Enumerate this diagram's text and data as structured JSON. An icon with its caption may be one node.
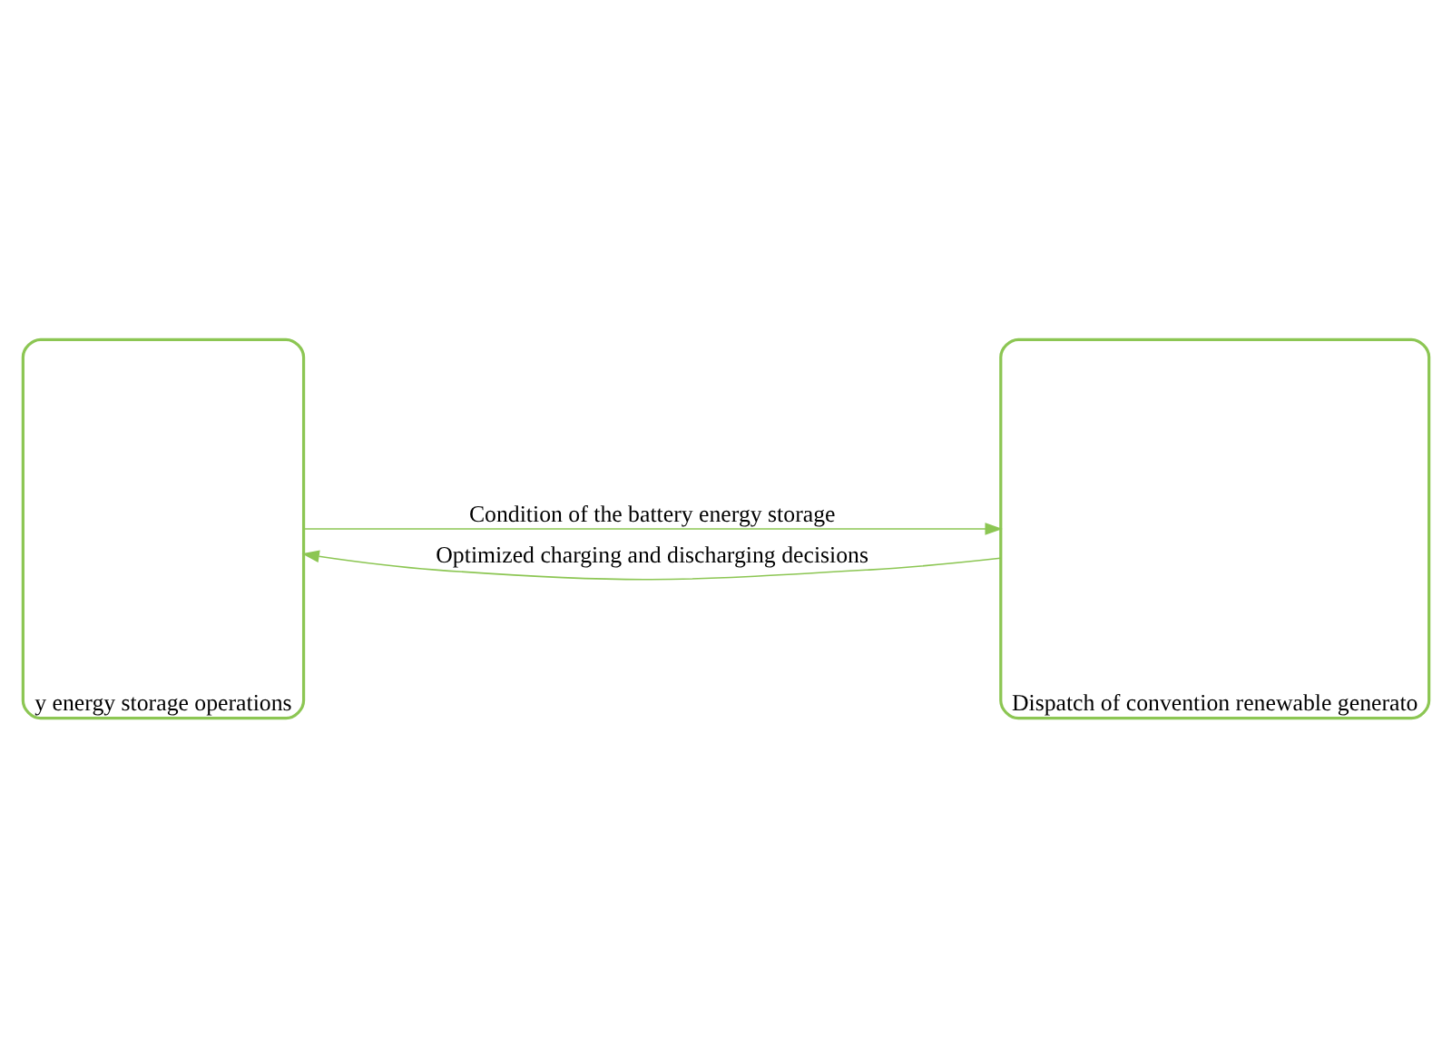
{
  "diagram": {
    "nodes": [
      {
        "text": [
          "y energy storage operations"
        ]
      },
      {
        "text": [
          "Dispatch of convention renewable generato"
        ]
      }
    ],
    "edges": [
      {
        "from": 0,
        "to": 1,
        "arrow": "to",
        "label": "Condition of the battery energy storage"
      },
      {
        "from": 1,
        "to": 0,
        "arrow": "to",
        "label": "Optimized charging and discharging decisions"
      }
    ]
  }
}
